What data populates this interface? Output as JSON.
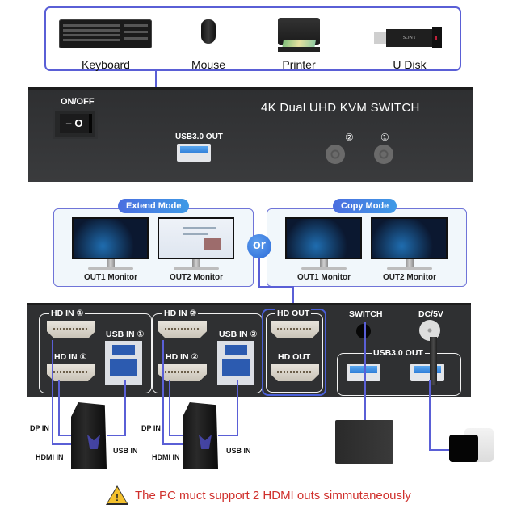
{
  "peripherals": {
    "items": [
      {
        "label": "Keyboard",
        "icon": "keyboard-icon"
      },
      {
        "label": "Mouse",
        "icon": "mouse-icon"
      },
      {
        "label": "Printer",
        "icon": "printer-icon"
      },
      {
        "label": "U Disk",
        "icon": "usb-drive-icon",
        "brand": "SONY"
      }
    ]
  },
  "front_panel": {
    "power_label": "ON/OFF",
    "power_symbols": "– O",
    "title": "4K Dual UHD KVM SWITCH",
    "usb_out_label": "USB3.0 OUT",
    "button_2_label": "②",
    "button_1_label": "①"
  },
  "modes": {
    "extend": {
      "label": "Extend Mode",
      "monitors": [
        "OUT1 Monitor",
        "OUT2 Monitor"
      ]
    },
    "or_label": "or",
    "copy": {
      "label": "Copy Mode",
      "monitors": [
        "OUT1 Monitor",
        "OUT2 Monitor"
      ]
    }
  },
  "back_panel": {
    "group1": {
      "hd_in_top": "HD IN ①",
      "hd_in_bottom": "HD IN ①",
      "usb_in": "USB IN ①"
    },
    "group2": {
      "hd_in_top": "HD IN ②",
      "hd_in_bottom": "HD IN ②",
      "usb_in": "USB IN ②"
    },
    "hd_out_top": "HD OUT",
    "hd_out_bottom": "HD OUT",
    "switch_label": "SWITCH",
    "dc_label": "DC/5V",
    "usb_out_label": "USB3.0 OUT"
  },
  "pcs": [
    {
      "dp_in": "DP IN",
      "hdmi_in": "HDMI IN",
      "usb_in": "USB IN"
    },
    {
      "dp_in": "DP IN",
      "hdmi_in": "HDMI IN",
      "usb_in": "USB IN"
    }
  ],
  "warning": {
    "icon": "warning-triangle-icon",
    "text": "The PC muct support 2 HDMI outs simmutaneously",
    "color": "#d0302c"
  },
  "colors": {
    "cable": "#5a5fd6",
    "panel": "#2f3032",
    "pill_gradient_start": "#4b6ee0",
    "pill_gradient_end": "#3f9ae6"
  }
}
